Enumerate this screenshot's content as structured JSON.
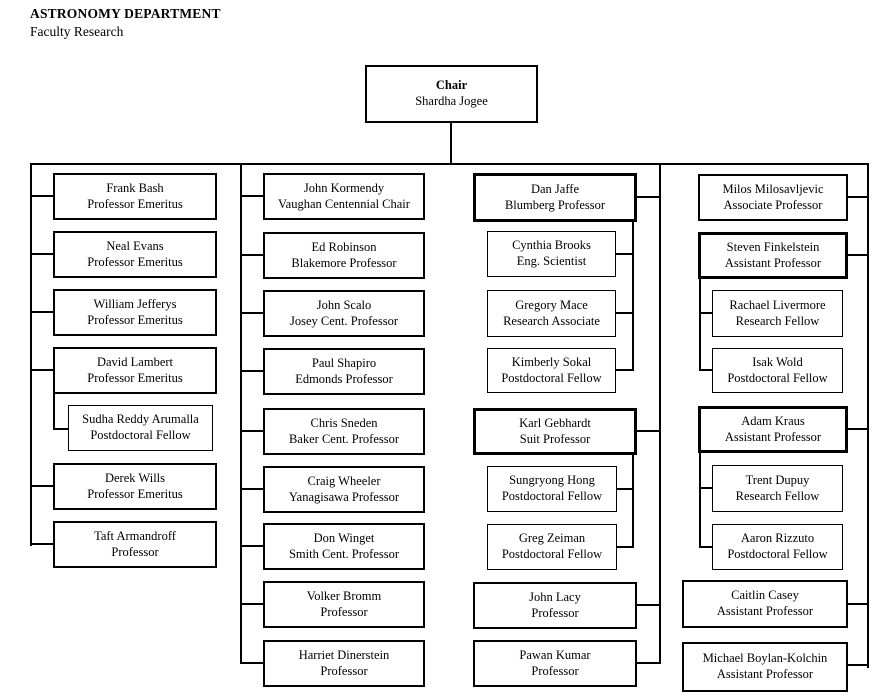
{
  "header": {
    "department": "ASTRONOMY DEPARTMENT",
    "subtitle": "Faculty Research"
  },
  "chair": {
    "label": "Chair",
    "name": "Shardha Jogee"
  },
  "colors": {
    "line": "#000000",
    "border": "#000000",
    "background": "#ffffff",
    "text": "#000000"
  },
  "org": {
    "c1": [
      {
        "name": "Frank Bash",
        "title": "Professor Emeritus"
      },
      {
        "name": "Neal Evans",
        "title": "Professor Emeritus"
      },
      {
        "name": "William Jefferys",
        "title": "Professor Emeritus"
      },
      {
        "name": "David Lambert",
        "title": "Professor Emeritus"
      },
      {
        "name": "Sudha Reddy Arumalla",
        "title": "Postdoctoral Fellow"
      },
      {
        "name": "Derek Wills",
        "title": "Professor Emeritus"
      },
      {
        "name": "Taft Armandroff",
        "title": "Professor"
      }
    ],
    "c2": [
      {
        "name": "John Kormendy",
        "title": "Vaughan Centennial Chair"
      },
      {
        "name": "Ed Robinson",
        "title": "Blakemore Professor"
      },
      {
        "name": "John Scalo",
        "title": "Josey Cent. Professor"
      },
      {
        "name": "Paul Shapiro",
        "title": "Edmonds Professor"
      },
      {
        "name": "Chris Sneden",
        "title": "Baker Cent. Professor"
      },
      {
        "name": "Craig Wheeler",
        "title": "Yanagisawa Professor"
      },
      {
        "name": "Don Winget",
        "title": "Smith Cent. Professor"
      },
      {
        "name": "Volker Bromm",
        "title": "Professor"
      },
      {
        "name": "Harriet Dinerstein",
        "title": "Professor"
      }
    ],
    "c3": [
      {
        "name": "Dan Jaffe",
        "title": "Blumberg Professor"
      },
      {
        "name": "Cynthia Brooks",
        "title": "Eng. Scientist"
      },
      {
        "name": "Gregory Mace",
        "title": "Research Associate"
      },
      {
        "name": "Kimberly Sokal",
        "title": "Postdoctoral Fellow"
      },
      {
        "name": "Karl Gebhardt",
        "title": "Suit Professor"
      },
      {
        "name": "Sungryong Hong",
        "title": "Postdoctoral Fellow"
      },
      {
        "name": "Greg Zeiman",
        "title": "Postdoctoral Fellow"
      },
      {
        "name": "John Lacy",
        "title": "Professor"
      },
      {
        "name": "Pawan Kumar",
        "title": "Professor"
      }
    ],
    "c4": [
      {
        "name": "Milos Milosavljevic",
        "title": "Associate Professor"
      },
      {
        "name": "Steven Finkelstein",
        "title": "Assistant Professor"
      },
      {
        "name": "Rachael Livermore",
        "title": "Research Fellow"
      },
      {
        "name": "Isak Wold",
        "title": "Postdoctoral Fellow"
      },
      {
        "name": "Adam Kraus",
        "title": "Assistant Professor"
      },
      {
        "name": "Trent Dupuy",
        "title": "Research Fellow"
      },
      {
        "name": "Aaron Rizzuto",
        "title": "Postdoctoral Fellow"
      },
      {
        "name": "Caitlin Casey",
        "title": "Assistant Professor"
      },
      {
        "name": "Michael Boylan-Kolchin",
        "title": "Assistant Professor"
      }
    ]
  }
}
